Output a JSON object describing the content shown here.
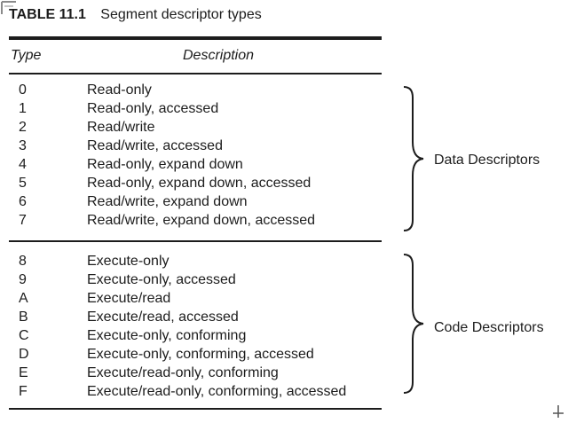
{
  "caption": {
    "label": "TABLE 11.1",
    "title": "Segment descriptor types"
  },
  "columns": {
    "type": "Type",
    "description": "Description"
  },
  "groups": [
    {
      "label": "Data Descriptors",
      "rows": [
        {
          "code": "0",
          "description": "Read-only"
        },
        {
          "code": "1",
          "description": "Read-only, accessed"
        },
        {
          "code": "2",
          "description": "Read/write"
        },
        {
          "code": "3",
          "description": "Read/write, accessed"
        },
        {
          "code": "4",
          "description": "Read-only, expand down"
        },
        {
          "code": "5",
          "description": "Read-only, expand down, accessed"
        },
        {
          "code": "6",
          "description": "Read/write, expand down"
        },
        {
          "code": "7",
          "description": "Read/write, expand down, accessed"
        }
      ]
    },
    {
      "label": "Code Descriptors",
      "rows": [
        {
          "code": "8",
          "description": "Execute-only"
        },
        {
          "code": "9",
          "description": "Execute-only, accessed"
        },
        {
          "code": "A",
          "description": "Execute/read"
        },
        {
          "code": "B",
          "description": "Execute/read, accessed"
        },
        {
          "code": "C",
          "description": "Execute-only, conforming"
        },
        {
          "code": "D",
          "description": "Execute-only, conforming, accessed"
        },
        {
          "code": "E",
          "description": "Execute/read-only, conforming"
        },
        {
          "code": "F",
          "description": "Execute/read-only, conforming, accessed"
        }
      ]
    }
  ]
}
